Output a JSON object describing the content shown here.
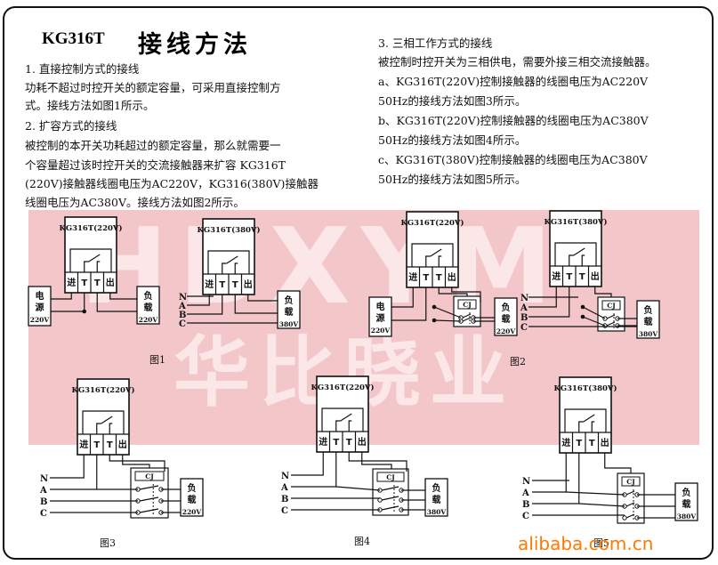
{
  "title": {
    "model": "KG316T",
    "main": "接线方法"
  },
  "left_text": [
    "1. 直接控制方式的接线",
    "功耗不超过时控开关的额定容量，可采用直接控制方",
    "式。接线方法如图1所示。",
    "2. 扩容方式的接线",
    "被控制的本开关功耗超过的额定容量，那么就需要一",
    "个容量超过该时控开关的交流接触器来扩容 KG316T",
    "(220V)接触器线圈电压为AC220V，KG316(380V)接触器",
    "线圈电压为AC380V。接线方法如图2所示。"
  ],
  "right_text": [
    "3. 三相工作方式的接线",
    "被控制时控开关为三相供电，需要外接三相交流接触器。",
    "a、KG316T(220V)控制接触器的线圈电压为AC220V",
    "50Hz的接线方法如图3所示。",
    "b、KG316T(220V)控制接触器的线圈电压为AC380V",
    "50Hz的接线方法如图4所示。",
    "c、KG316T(380V)控制接触器的线圈电压为AC380V",
    "50Hz的接线方法如图5所示。"
  ],
  "watermark": {
    "latin": "HBXYM",
    "chinese": "华比晓业"
  },
  "devices": {
    "kg220": "KG316T(220V)",
    "kg380": "KG316T(380V)",
    "terminals": [
      "进",
      "T",
      "T",
      "出"
    ]
  },
  "labels": {
    "power": "电源",
    "load": "负载",
    "v220": "220V",
    "v380": "380V",
    "phases": [
      "N",
      "A",
      "B",
      "C"
    ],
    "contactor": "CJ"
  },
  "figures": {
    "fig1": "图1",
    "fig2": "图2",
    "fig3": "图3",
    "fig4": "图4",
    "fig5": "图5"
  },
  "source_watermark": "alibaba.com.cn",
  "colors": {
    "watermark_band": "#f3c7c9",
    "watermark_text": "#fbe7e8",
    "alibaba": "#ff7a00",
    "line": "#111111"
  }
}
